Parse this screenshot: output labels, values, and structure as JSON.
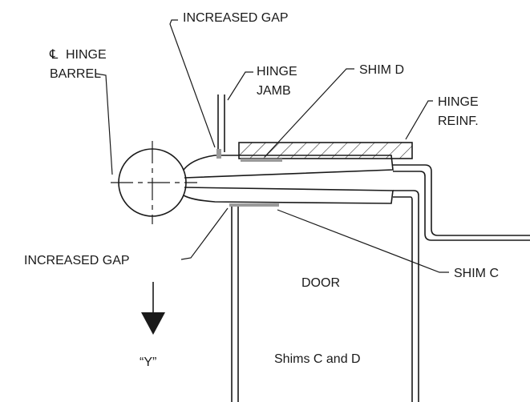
{
  "labels": {
    "increased_gap_top": "INCREASED GAP",
    "centerline_symbol": "℄",
    "hinge_barrel_line1": "HINGE",
    "hinge_barrel_line2": "BARREL",
    "hinge_jamb_line1": "HINGE",
    "hinge_jamb_line2": "JAMB",
    "shim_d": "SHIM D",
    "hinge_reinf_line1": "HINGE",
    "hinge_reinf_line2": "REINF.",
    "increased_gap_bottom": "INCREASED GAP",
    "shim_c": "SHIM C",
    "door": "DOOR",
    "view_y": "“Y”",
    "caption": "Shims C and D"
  },
  "colors": {
    "line": "#1a1a1a",
    "shim": "#9a9a9a",
    "background": "#ffffff"
  }
}
